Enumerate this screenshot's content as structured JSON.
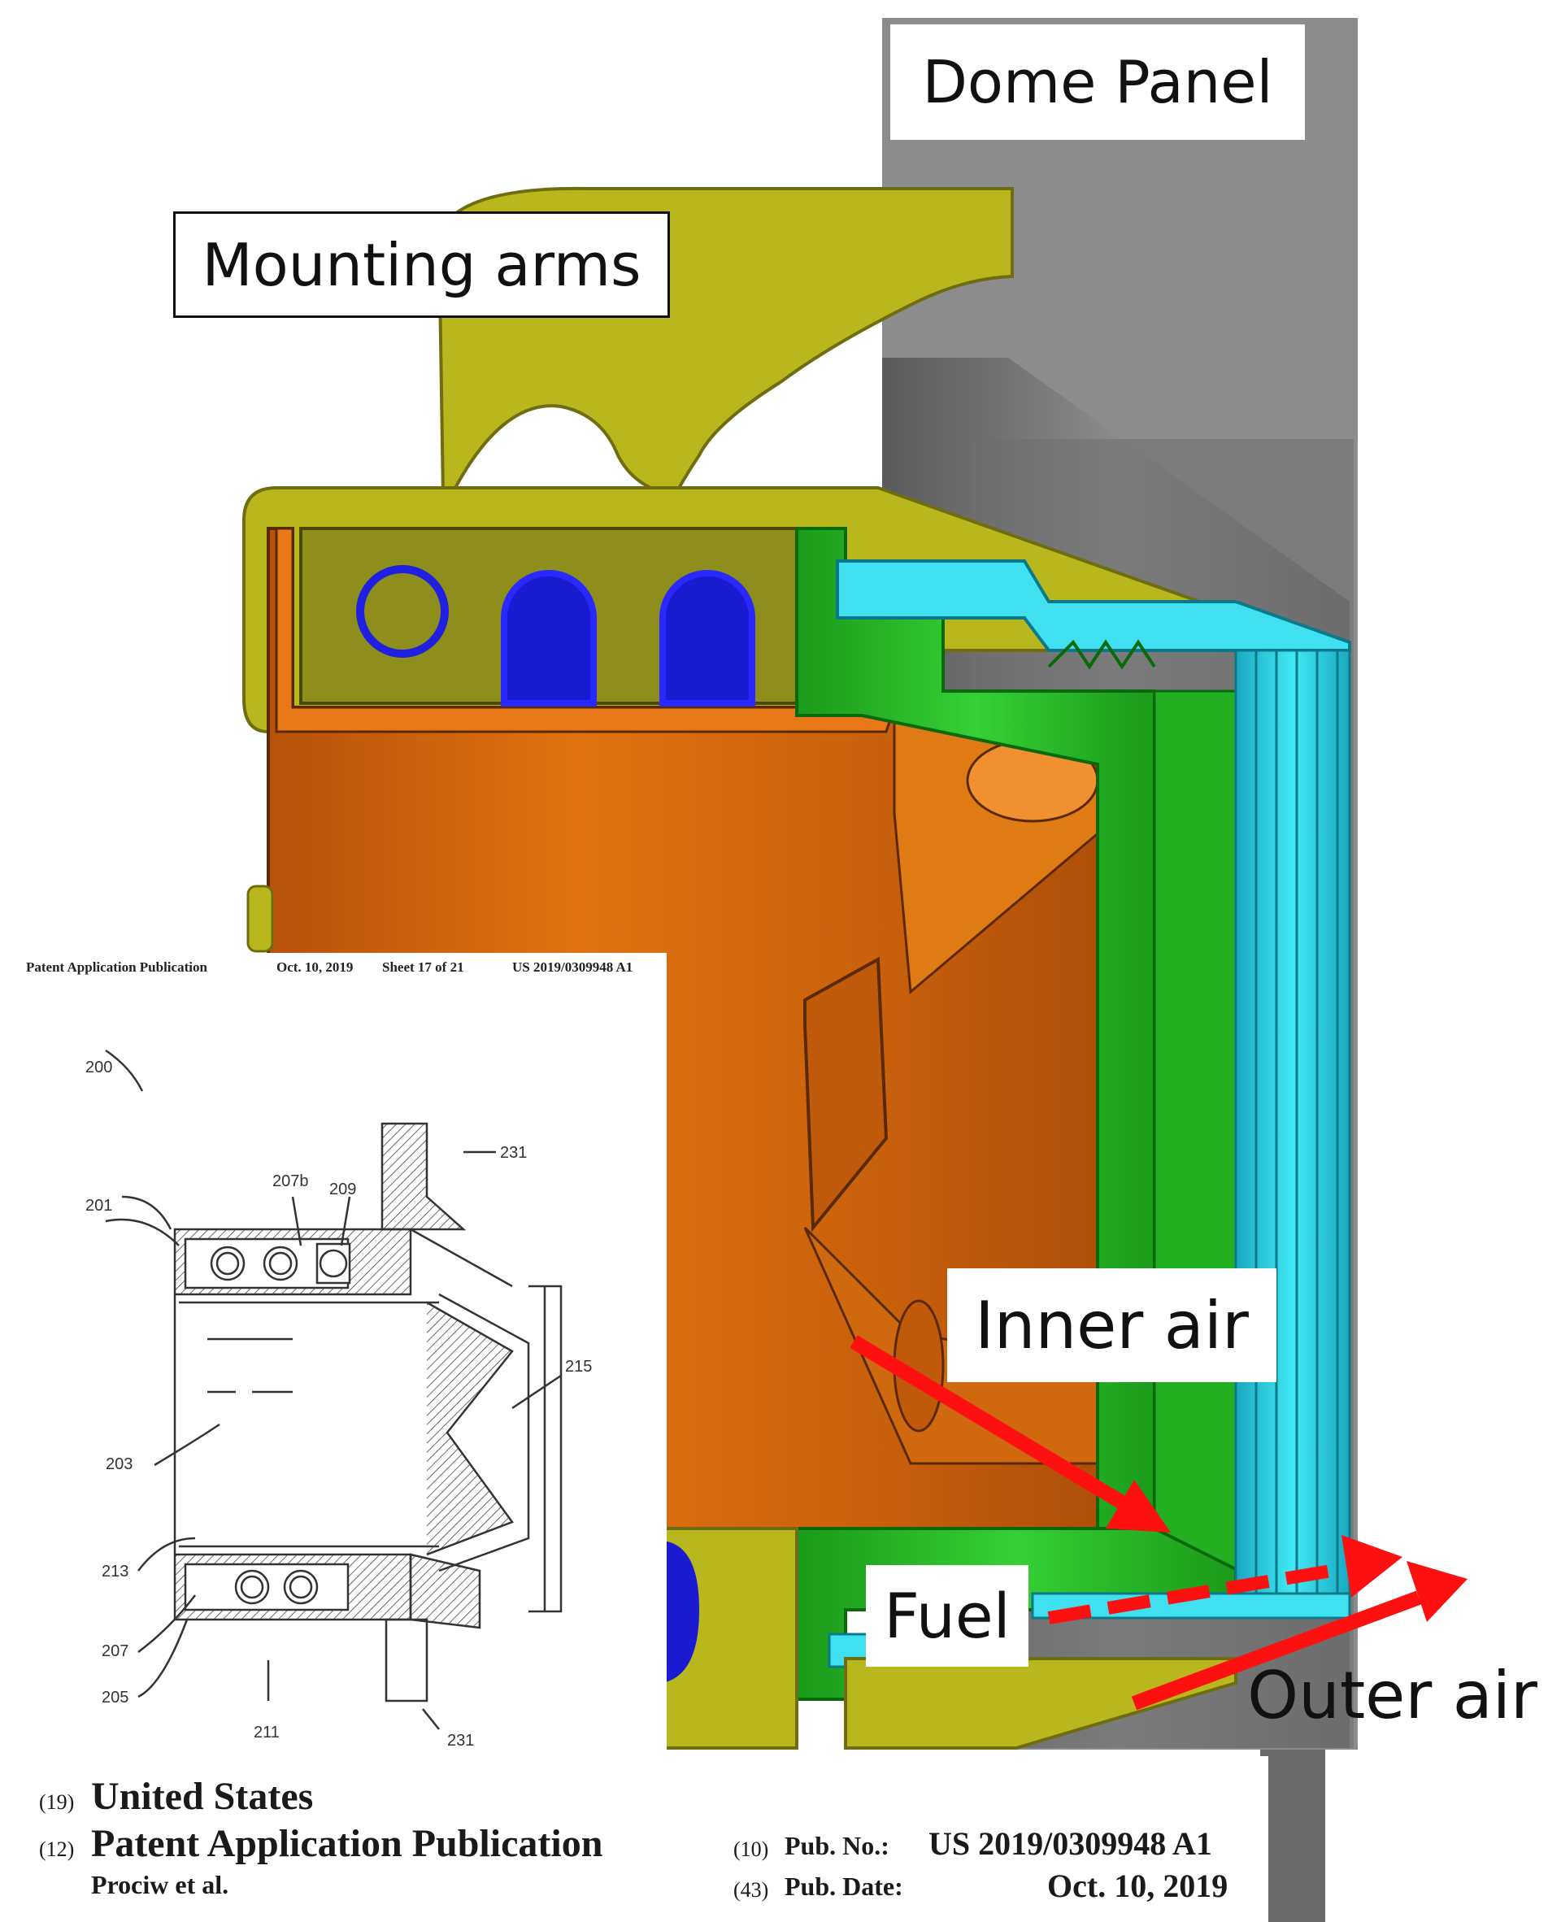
{
  "labels": {
    "dome_panel": "Dome Panel",
    "mounting_arms": "Mounting arms",
    "inner_air": "Inner air",
    "fuel": "Fuel",
    "outer_air": "Outer air"
  },
  "inset": {
    "header_left": "Patent Application Publication",
    "header_date": "Oct. 10, 2019",
    "header_sheet": "Sheet 17 of 21",
    "header_number": "US 2019/0309948 A1",
    "refs": {
      "r200": "200",
      "r201": "201",
      "r207b": "207b",
      "r209": "209",
      "r231_top": "231",
      "r215": "215",
      "r203": "203",
      "r213": "213",
      "r207": "207",
      "r205": "205",
      "r211": "211",
      "r231_bottom": "231"
    }
  },
  "footer": {
    "c19": "(19)",
    "country": "United States",
    "c12": "(12)",
    "pub_type": "Patent Application Publication",
    "inventors": "Prociw et al.",
    "c10": "(10)",
    "pub_no_label": "Pub. No.:",
    "pub_no": "US 2019/0309948 A1",
    "c43": "(43)",
    "pub_date_label": "Pub. Date:",
    "pub_date": "Oct. 10, 2019"
  },
  "colors": {
    "dome_panel": "#7d7d7d",
    "mounting_arms": "#b8b81e",
    "swirler_body": "#d96a10",
    "green_ring": "#2ec82e",
    "cyan_ring": "#2fe0f0",
    "fuel_tubes": "#1a1ad0",
    "arrow_red": "#ff1010"
  }
}
